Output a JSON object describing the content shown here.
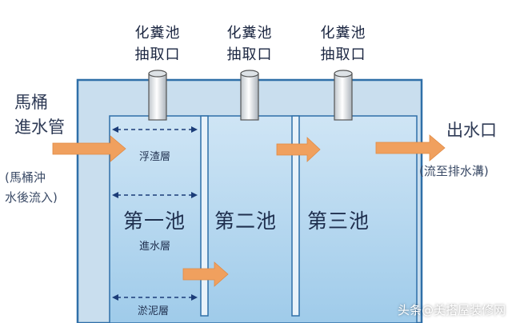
{
  "intake_label_line1": "化糞池",
  "intake_label_line2": "抽取口",
  "inlet": {
    "line1": "馬桶",
    "line2": "進水管",
    "note_line1": "(馬桶沖",
    "note_line2": "水後流入)"
  },
  "outlet": {
    "label": "出水口",
    "note": "(流至排水溝)"
  },
  "chambers": [
    "第一池",
    "第二池",
    "第三池"
  ],
  "layers": {
    "scum": "浮渣層",
    "water": "進水層",
    "sludge": "淤泥層"
  },
  "watermark": "头条@美搭屋装修网",
  "colors": {
    "outer_tank": "#c9deee",
    "inner_tank": "#b7d7ee",
    "tank_border": "#2f6fa8",
    "arrow": "#f0a05e",
    "dashed": "#1b3c78"
  }
}
